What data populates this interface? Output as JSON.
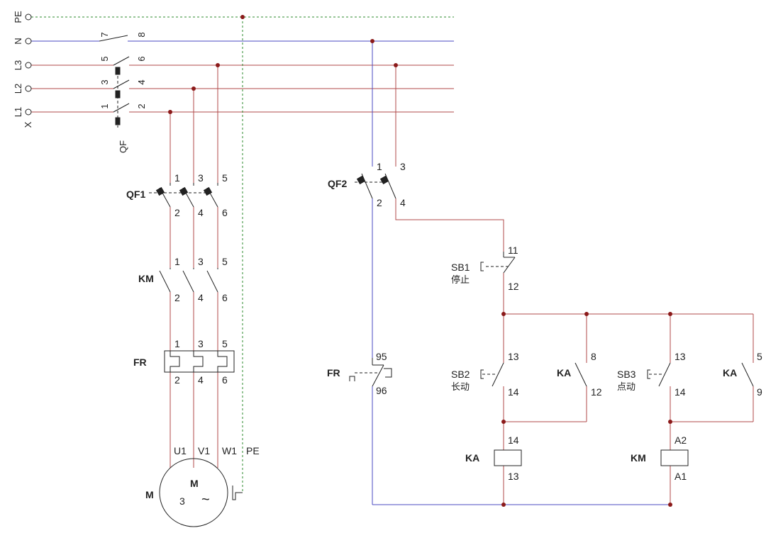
{
  "colors": {
    "phase": "#b04a4a",
    "neutral": "#4a4ac0",
    "pe": "#2e8b2e",
    "black": "#222222",
    "node": "#8b1a1a",
    "background": "#ffffff"
  },
  "bus": {
    "pe": "PE",
    "n": "N",
    "l3": "L3",
    "l2": "L2",
    "l1": "L1",
    "x": "X"
  },
  "qf": {
    "name": "QF",
    "t7": "7",
    "t8": "8",
    "t5": "5",
    "t6": "6",
    "t3": "3",
    "t4": "4",
    "t1": "1",
    "t2": "2"
  },
  "qf1": {
    "name": "QF1",
    "top": [
      "1",
      "3",
      "5"
    ],
    "bottom": [
      "2",
      "4",
      "6"
    ]
  },
  "km_main": {
    "name": "KM",
    "top": [
      "1",
      "3",
      "5"
    ],
    "bottom": [
      "2",
      "4",
      "6"
    ]
  },
  "fr_main": {
    "name": "FR",
    "top": [
      "1",
      "3",
      "5"
    ],
    "bottom": [
      "2",
      "4",
      "6"
    ]
  },
  "motor": {
    "terminals": [
      "U1",
      "V1",
      "W1",
      "PE"
    ],
    "name": "M",
    "symbol": "M",
    "phases": "3",
    "ac": "~"
  },
  "qf2": {
    "name": "QF2",
    "top": [
      "1",
      "3"
    ],
    "bottom": [
      "2",
      "4"
    ]
  },
  "sb1": {
    "name": "SB1",
    "desc": "停止",
    "t1": "11",
    "t2": "12"
  },
  "fr_ctrl": {
    "name": "FR",
    "t1": "95",
    "t2": "96"
  },
  "sb2": {
    "name": "SB2",
    "desc": "长动",
    "t1": "13",
    "t2": "14"
  },
  "ka1": {
    "name": "KA",
    "t1": "8",
    "t2": "12"
  },
  "sb3": {
    "name": "SB3",
    "desc": "点动",
    "t1": "13",
    "t2": "14"
  },
  "ka2": {
    "name": "KA",
    "t1": "5",
    "t2": "9"
  },
  "ka_coil": {
    "name": "KA",
    "t1": "14",
    "t2": "13"
  },
  "km_coil": {
    "name": "KM",
    "t1": "A2",
    "t2": "A1"
  }
}
